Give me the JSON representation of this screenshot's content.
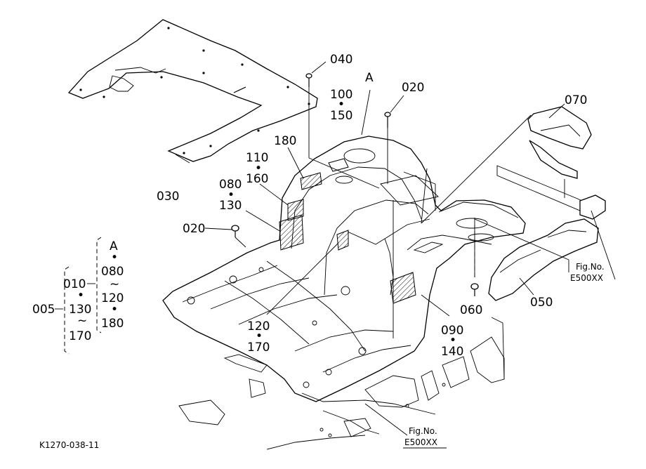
{
  "callouts": {
    "c040": "040",
    "cA_top": "A",
    "c100": "100",
    "c150": "150",
    "c020_top": "020",
    "c070": "070",
    "c180": "180",
    "c110": "110",
    "c160": "160",
    "c080": "080",
    "c130": "130",
    "c030": "030",
    "c020_left": "020",
    "c050": "050",
    "c060": "060",
    "c090": "090",
    "c140": "140",
    "c120": "120",
    "c170": "170"
  },
  "fig_refs": {
    "right_line1": "Fig.No.",
    "right_line2": "E500XX",
    "bottom_line1": "Fig.No.",
    "bottom_line2": "E500XX"
  },
  "assembly": {
    "root": "005",
    "group1": "010",
    "group1_sep": "•",
    "group1_b": "130",
    "tilde": "~",
    "group1_c": "170",
    "sub_a": "A",
    "sub_dot": "•",
    "sub_080": "080",
    "sub_tilde": "~",
    "sub_120": "120",
    "sub_dot2": "•",
    "sub_180": "180"
  },
  "sep_dot": "•",
  "drawing_id": "K1270-038-11"
}
